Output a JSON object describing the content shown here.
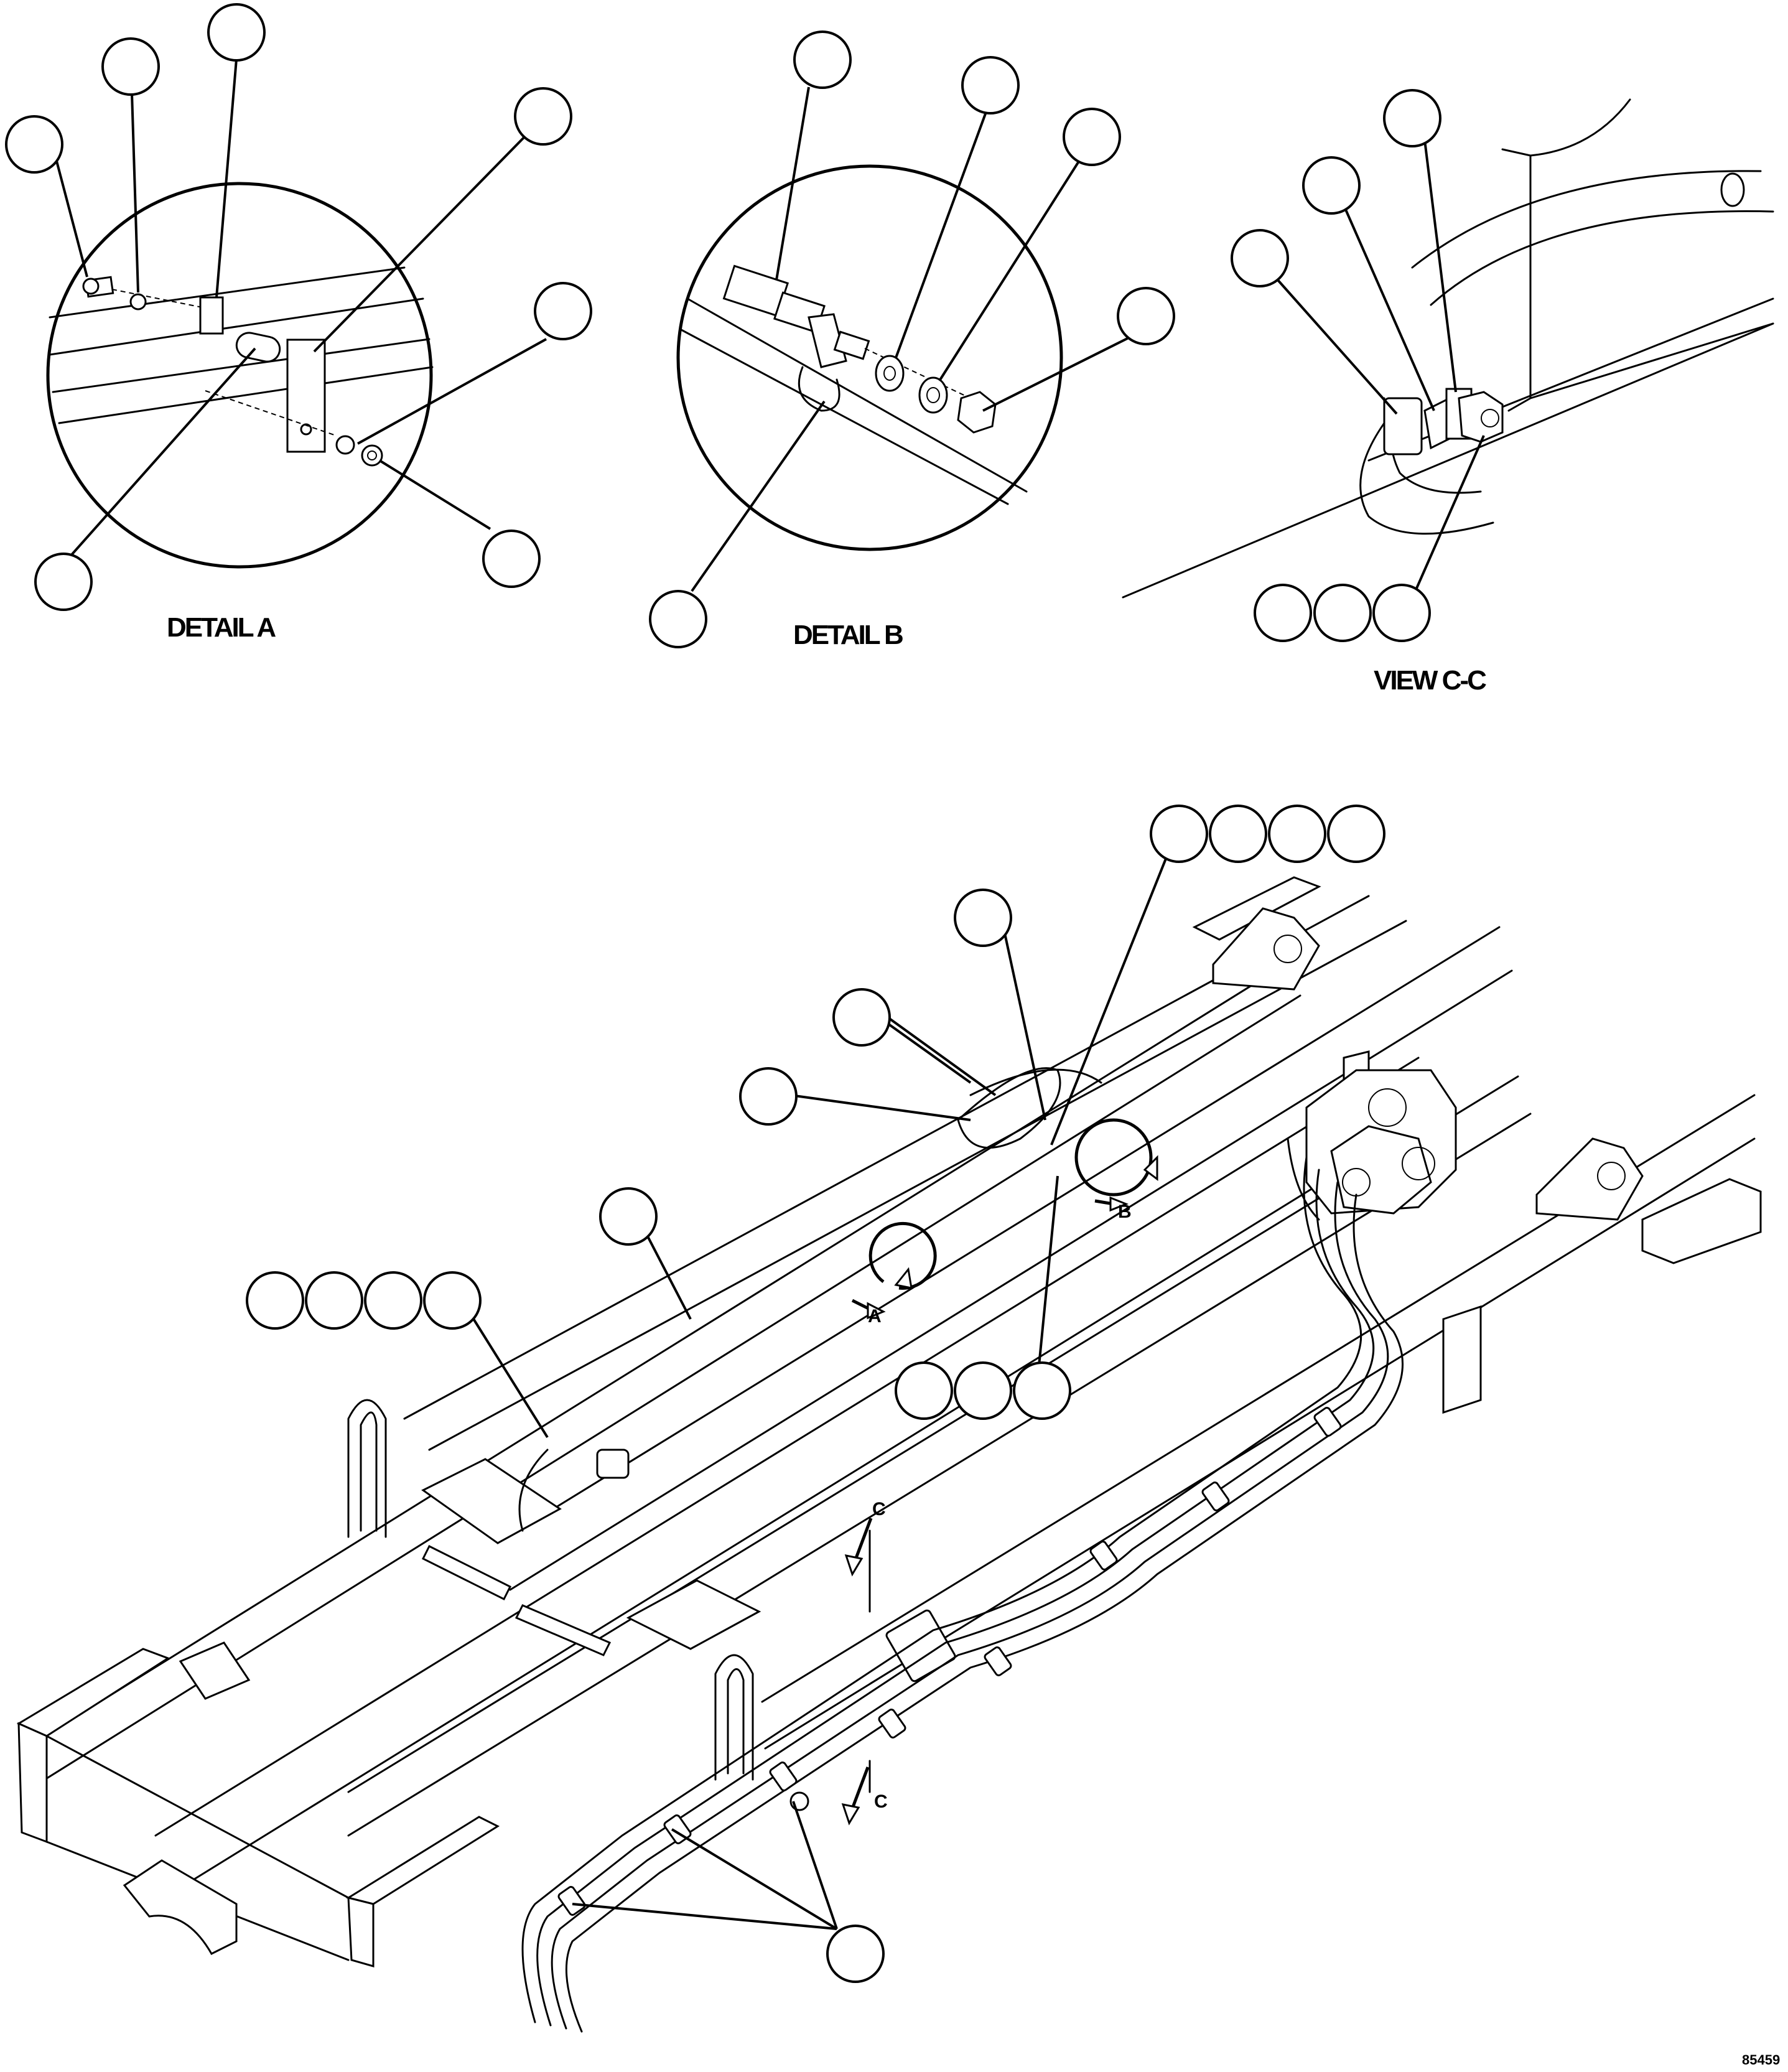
{
  "captions": {
    "detail_a": "DETAIL A",
    "detail_b": "DETAIL B",
    "view_c": "VIEW C-C"
  },
  "markers": {
    "a": "A",
    "b": "B",
    "c_top": "C",
    "c_bottom": "C"
  },
  "figure_id": "85459"
}
